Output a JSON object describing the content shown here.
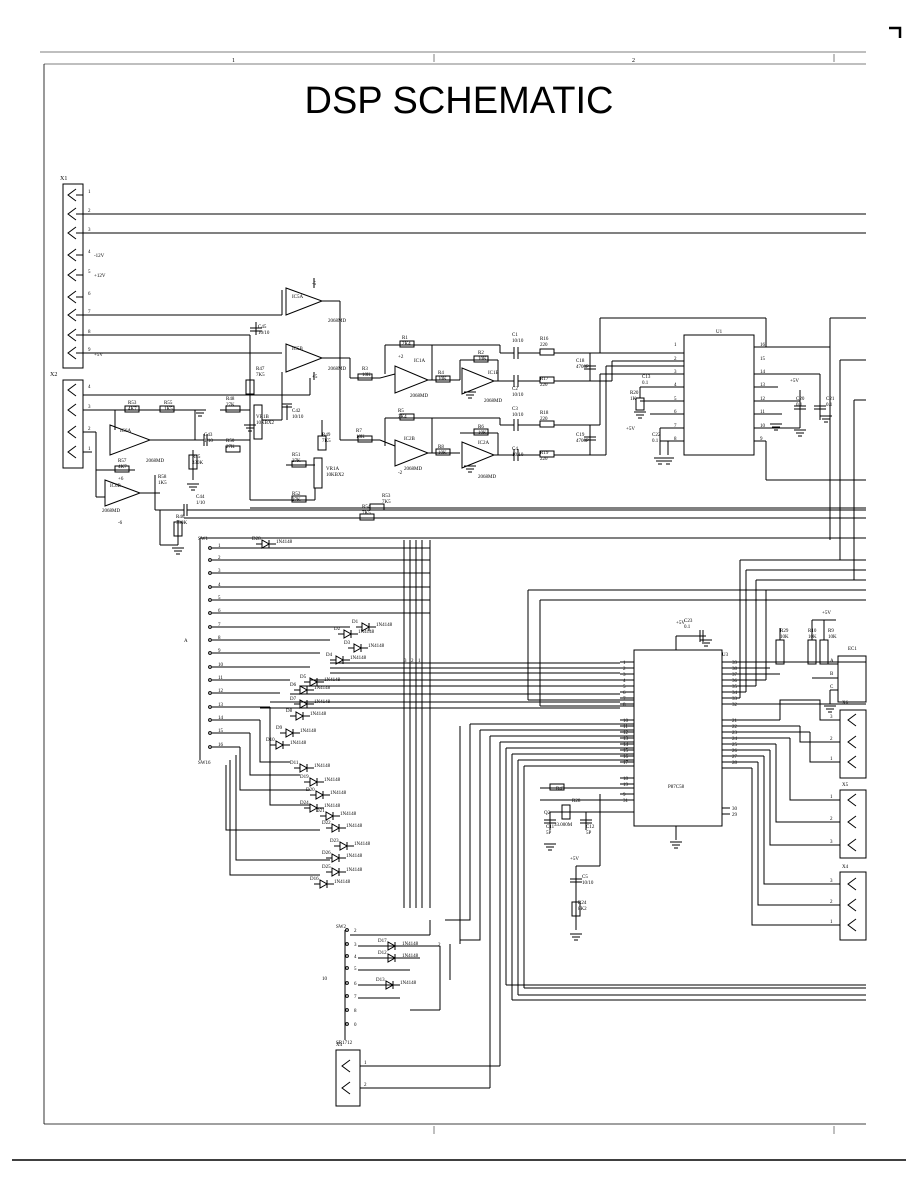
{
  "page": {
    "title": "DSP SCHEMATIC",
    "zone_labels": [
      "1",
      "2"
    ]
  },
  "connectors": {
    "x1": {
      "ref": "X1",
      "pins": [
        "1",
        "2",
        "3",
        "4",
        "5",
        "6",
        "7",
        "8",
        "9"
      ],
      "pin_labels": {
        "p4": "-12V",
        "p5": "+12V",
        "p9": "+5V"
      }
    },
    "x2": {
      "ref": "X2",
      "pins": [
        "4",
        "3",
        "2",
        "1"
      ]
    },
    "x5": {
      "ref": "X5",
      "pins": [
        "1",
        "2",
        "3"
      ]
    },
    "x6": {
      "ref": "X6",
      "pins": [
        "3",
        "2",
        "1"
      ]
    },
    "x4a": {
      "ref": "X4",
      "pins": [
        "3",
        "2",
        "1"
      ]
    },
    "x4b": {
      "ref": "X4",
      "pins": [
        "1",
        "2"
      ]
    },
    "ec1": {
      "ref": "EC1",
      "pins": [
        "A",
        "B",
        "C"
      ]
    }
  },
  "opamps": [
    {
      "ref": "IC5A",
      "part": "2068MD"
    },
    {
      "ref": "IC5B",
      "part": "2068MD"
    },
    {
      "ref": "IC1A",
      "part": "2068MD"
    },
    {
      "ref": "IC1B",
      "part": "2068MD"
    },
    {
      "ref": "IC2B",
      "part": "2068MD"
    },
    {
      "ref": "IC2A",
      "part": "2068MD"
    },
    {
      "ref": "IC6A",
      "part": "2068MD"
    },
    {
      "ref": "IC6B",
      "part": "2068MD"
    }
  ],
  "ics": {
    "u1": {
      "ref": "U1",
      "left_pins": [
        "1",
        "2",
        "3",
        "4",
        "5",
        "6",
        "7",
        "8"
      ],
      "right_pins": [
        "16",
        "15",
        "14",
        "13",
        "12",
        "11",
        "10",
        "9"
      ]
    },
    "u3": {
      "ref": "U3",
      "part": "P87C58",
      "left_pins": [
        "1",
        "2",
        "3",
        "4",
        "5",
        "6",
        "7",
        "8",
        "10",
        "11",
        "12",
        "13",
        "14",
        "15",
        "16",
        "17",
        "18",
        "19",
        "9",
        "31"
      ],
      "right_pins": [
        "39",
        "38",
        "37",
        "36",
        "35",
        "34",
        "33",
        "32",
        "21",
        "22",
        "23",
        "24",
        "25",
        "26",
        "27",
        "28",
        "30",
        "29"
      ]
    }
  },
  "components": {
    "resistors": [
      {
        "ref": "R1",
        "value": "2K4"
      },
      {
        "ref": "R2",
        "value": "10K"
      },
      {
        "ref": "R3",
        "value": "10K"
      },
      {
        "ref": "R4",
        "value": "10K"
      },
      {
        "ref": "R5",
        "value": "2K4"
      },
      {
        "ref": "R6",
        "value": "10K"
      },
      {
        "ref": "R7",
        "value": "10K"
      },
      {
        "ref": "R8",
        "value": "10K"
      },
      {
        "ref": "R16",
        "value": "220"
      },
      {
        "ref": "R17",
        "value": "220"
      },
      {
        "ref": "R18",
        "value": "220"
      },
      {
        "ref": "R19",
        "value": "220"
      },
      {
        "ref": "R20",
        "value": "1K"
      },
      {
        "ref": "R53",
        "value": "4K7"
      },
      {
        "ref": "R55",
        "value": "1K5"
      },
      {
        "ref": "R48",
        "value": "27K"
      },
      {
        "ref": "R50",
        "value": "27K"
      },
      {
        "ref": "R47",
        "value": "7K5"
      },
      {
        "ref": "R49",
        "value": "7K5"
      },
      {
        "ref": "R51",
        "value": "27K"
      },
      {
        "ref": "R52",
        "value": "27K"
      },
      {
        "ref": "R57",
        "value": "4K7"
      },
      {
        "ref": "R58",
        "value": "1K5"
      },
      {
        "ref": "R46",
        "value": "330K"
      },
      {
        "ref": "R45",
        "value": "330K"
      },
      {
        "ref": "R53b",
        "value": "7K5"
      },
      {
        "ref": "R54",
        "value": "7K5"
      },
      {
        "ref": "R29",
        "value": "10K"
      },
      {
        "ref": "R10",
        "value": "10K"
      },
      {
        "ref": "R9",
        "value": "10K"
      },
      {
        "ref": "R43",
        "value": ""
      },
      {
        "ref": "R28",
        "value": ""
      },
      {
        "ref": "R24",
        "value": "8K2"
      }
    ],
    "capacitors": [
      {
        "ref": "C1",
        "value": "10/10"
      },
      {
        "ref": "C2",
        "value": "10/10"
      },
      {
        "ref": "C3",
        "value": "10/10"
      },
      {
        "ref": "C4",
        "value": "10/10"
      },
      {
        "ref": "C18",
        "value": "4700P"
      },
      {
        "ref": "C19",
        "value": "4700P"
      },
      {
        "ref": "C13",
        "value": "0.1"
      },
      {
        "ref": "C22",
        "value": "0.1"
      },
      {
        "ref": "C20",
        "value": "0.1"
      },
      {
        "ref": "C21",
        "value": "0.1"
      },
      {
        "ref": "C45",
        "value": "10/10"
      },
      {
        "ref": "C42",
        "value": "10/10"
      },
      {
        "ref": "C43",
        "value": "1/10"
      },
      {
        "ref": "C44",
        "value": "1/10"
      },
      {
        "ref": "C23",
        "value": "0.1"
      },
      {
        "ref": "C11",
        "value": "5P"
      },
      {
        "ref": "C12",
        "value": "5P"
      },
      {
        "ref": "C5",
        "value": "10/10"
      }
    ],
    "pots": [
      {
        "ref": "VR1B",
        "value": "10KBX2"
      },
      {
        "ref": "VR1A",
        "value": "10KBX2"
      }
    ],
    "crystal": {
      "ref": "Q2",
      "value": "33.000M"
    },
    "diodes": [
      {
        "ref": "D28",
        "part": "1N4148"
      },
      {
        "ref": "D1",
        "part": "1N4148"
      },
      {
        "ref": "D2",
        "part": "1N4148"
      },
      {
        "ref": "D3",
        "part": "1N4148"
      },
      {
        "ref": "D4",
        "part": "1N4148"
      },
      {
        "ref": "D5",
        "part": "1N4148"
      },
      {
        "ref": "D6",
        "part": "1N4148"
      },
      {
        "ref": "D7",
        "part": "1N4148"
      },
      {
        "ref": "D8",
        "part": "1N4148"
      },
      {
        "ref": "D9",
        "part": "1N4148"
      },
      {
        "ref": "D10",
        "part": "1N4148"
      },
      {
        "ref": "D11",
        "part": "1N4148"
      },
      {
        "ref": "D19",
        "part": "1N4148"
      },
      {
        "ref": "D20",
        "part": "1N4148"
      },
      {
        "ref": "D24",
        "part": "1N4148"
      },
      {
        "ref": "D21",
        "part": "1N4148"
      },
      {
        "ref": "D22",
        "part": "1N4148"
      },
      {
        "ref": "D23",
        "part": "1N4148"
      },
      {
        "ref": "D26",
        "part": "1N4148"
      },
      {
        "ref": "D25",
        "part": "1N4148"
      },
      {
        "ref": "D16",
        "part": "1N4148"
      },
      {
        "ref": "D17",
        "part": "1N4148"
      },
      {
        "ref": "D12",
        "part": "1N4148"
      },
      {
        "ref": "D13",
        "part": "1N4148"
      }
    ],
    "supplies": [
      "+5V",
      "+5V",
      "+5V",
      "+5V",
      "-5",
      "+5",
      "-2",
      "+2",
      "-6",
      "+6"
    ]
  },
  "switches": {
    "sw1": {
      "ref": "SW1",
      "end_label": "SW16",
      "positions": [
        "1",
        "2",
        "3",
        "4",
        "5",
        "6",
        "7",
        "8",
        "9",
        "10",
        "11",
        "12",
        "13",
        "14",
        "15",
        "16"
      ]
    },
    "sw2": {
      "ref": "SW2",
      "end_label": "SR1712",
      "positions": [
        "2",
        "3",
        "4",
        "5",
        "6",
        "7",
        "8",
        "0"
      ],
      "common": "10"
    }
  },
  "bus_labels": [
    "3",
    "2",
    "1"
  ],
  "gnd_symbol_label": "A"
}
